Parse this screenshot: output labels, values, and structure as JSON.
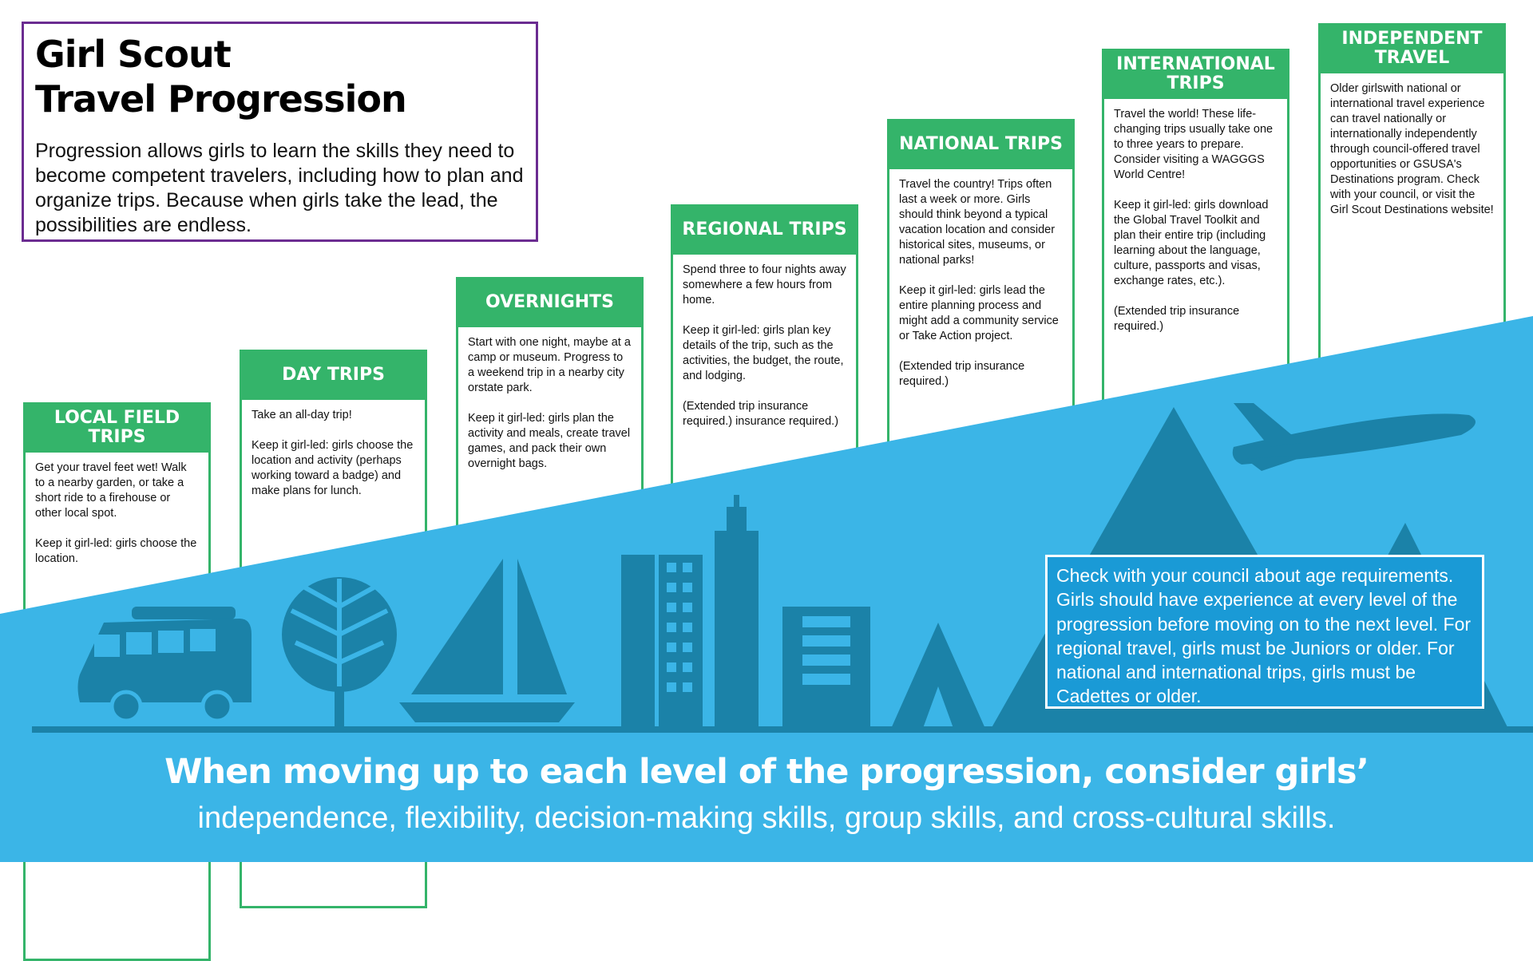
{
  "title": {
    "line1": "Girl Scout",
    "line2": "Travel Progression",
    "intro": "Progression allows girls to learn the skills they need to become competent travelers, including how to plan and organize trips. Because when girls take the lead, the possibilities are endless."
  },
  "levels": [
    {
      "heading": "LOCAL FIELD TRIPS",
      "body": "Get your travel feet wet! Walk to a nearby garden, or take a short ride to a firehouse or other local spot.\n\nKeep it girl-led: girls choose the location."
    },
    {
      "heading": "DAY TRIPS",
      "body": "Take an all-day trip!\n\nKeep it girl-led: girls choose the location and activity (perhaps working toward a badge) and make plans for lunch."
    },
    {
      "heading": "OVERNIGHTS",
      "body": "Start with one night, maybe at a camp or museum. Progress to a weekend trip in a nearby city orstate park.\n\nKeep it girl-led: girls plan the activity and meals, create travel games, and pack their own overnight bags."
    },
    {
      "heading": "REGIONAL TRIPS",
      "body": "Spend three to four nights away somewhere a few hours from home.\n\nKeep it girl-led: girls plan key details of the trip, such as the activities, the budget, the route, and lodging.\n\n(Extended trip insurance required.) insurance required.)"
    },
    {
      "heading": "NATIONAL TRIPS",
      "body": "Travel the country! Trips often last a week or more. Girls should think beyond a typical vacation location and consider historical sites, museums, or national parks!\n\nKeep it girl-led: girls lead the entire planning process and might add a community service or Take Action project.\n\n(Extended trip insurance required.)"
    },
    {
      "heading": "INTERNATIONAL TRIPS",
      "body": "Travel the world! These life-changing trips usually take one to three years to prepare.\nConsider visiting a WAGGGS World Centre!\n\nKeep it girl-led: girls download the Global Travel Toolkit and plan their entire trip (including learning about the language,\nculture, passports and visas, exchange rates, etc.).\n\n(Extended trip insurance required.)"
    },
    {
      "heading": "INDEPENDENT TRAVEL",
      "body": "Older girlswith national or international travel experience can travel nationally or internationally independently through council-offered travel opportunities or GSUSA's Destinations program. Check with your council, or visit the Girl Scout Destinations website!"
    }
  ],
  "notice": "Check with your council about age requirements. Girls should have experience at every level of the progression before moving on to the next level. For regional travel, girls must be Juniors or older. For national and international trips, girls must be Cadettes or older.",
  "footer": {
    "line1": "When moving up to each level of the progression, consider girls’",
    "line2": "independence, flexibility, decision-making skills, group skills, and cross-cultural skills."
  },
  "colors": {
    "green": "#34b46a",
    "blue": "#3bb5e7",
    "dark_blue": "#1b82a8",
    "purple": "#6b2c91"
  }
}
